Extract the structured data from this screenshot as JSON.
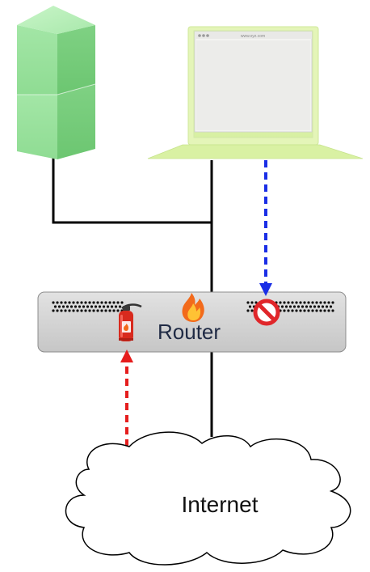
{
  "router": {
    "label": "Router"
  },
  "cloud": {
    "label": "Internet"
  },
  "laptop": {
    "url": "www.xyz.com"
  },
  "colors": {
    "server_green": "#9ee5a0",
    "laptop_green": "#d7f0a2",
    "router_fill": "#d3d3d3",
    "blocked_arrow": "#1a2ee6",
    "inbound_arrow": "#e51d1d",
    "wire": "#000000"
  },
  "icons": {
    "router_vents": "vent-dots-icon",
    "firewall": "fire-icon",
    "extinguisher": "fire-extinguisher-icon",
    "blocked": "no-entry-icon"
  }
}
